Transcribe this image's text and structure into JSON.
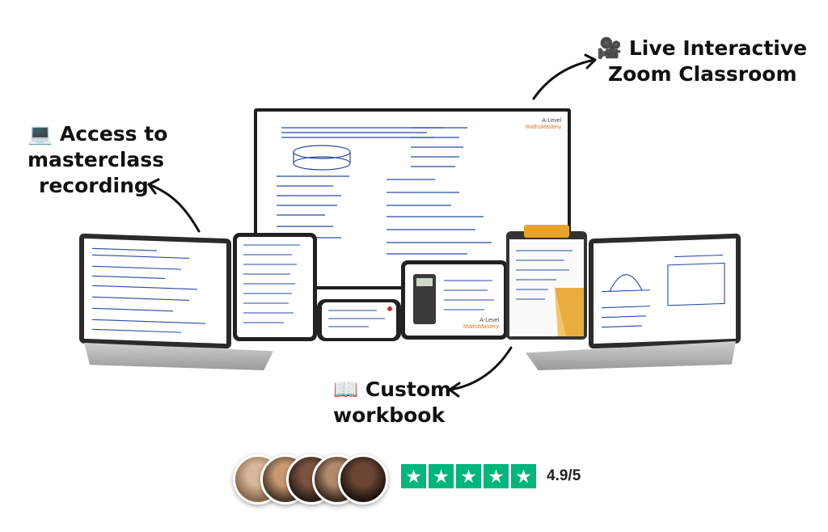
{
  "callouts": {
    "recording": {
      "icon": "💻",
      "line1": "Access to",
      "line2": "masterclass",
      "line3": "recording"
    },
    "zoom": {
      "icon": "🎥",
      "line1": "Live Interactive",
      "line2": "Zoom Classroom"
    },
    "workbook": {
      "icon": "📖",
      "line1": "Custom",
      "line2": "workbook"
    }
  },
  "brand": {
    "line1": "A-Level",
    "line2": "MathsMastery"
  },
  "rating": {
    "score": "4.9/5",
    "stars": 5,
    "star_color": "#00b67a"
  },
  "avatars": [
    "student-avatar-1",
    "student-avatar-2",
    "student-avatar-3",
    "student-avatar-4",
    "student-avatar-5"
  ],
  "colors": {
    "ink_blue": "#1f3a8a",
    "accent_orange": "#e8a32a"
  }
}
